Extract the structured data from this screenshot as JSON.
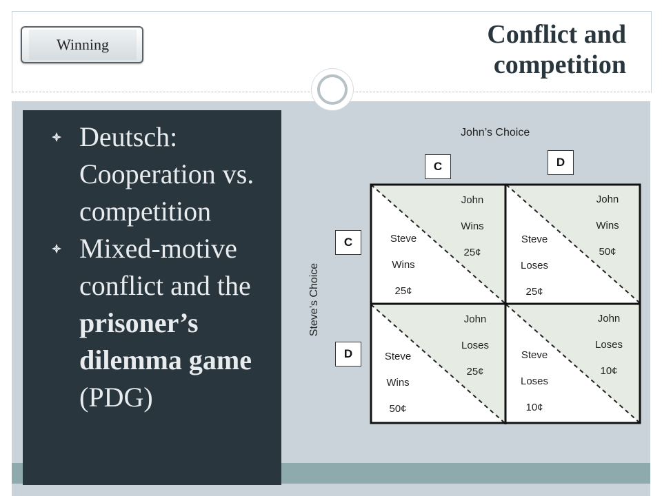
{
  "header": {
    "tag": "Winning",
    "title_line1": "Conflict and",
    "title_line2": "competition"
  },
  "bullets": [
    {
      "text": "Deutsch: Cooperation vs. competition"
    },
    {
      "text_plain": "Mixed-motive conflict and the ",
      "text_bold": "prisoner’s dilemma game",
      "text_tail": " (PDG)"
    }
  ],
  "matrix": {
    "johns_choice_label": "John’s Choice",
    "steves_choice_label": "Steve’s Choice",
    "col_choices": [
      "C",
      "D"
    ],
    "row_choices": [
      "C",
      "D"
    ],
    "cells": [
      {
        "steve": [
          "Steve",
          "Wins",
          "25¢"
        ],
        "john": [
          "John",
          "Wins",
          "25¢"
        ]
      },
      {
        "steve": [
          "Steve",
          "Loses",
          "25¢"
        ],
        "john": [
          "John",
          "Wins",
          "50¢"
        ]
      },
      {
        "steve": [
          "Steve",
          "Wins",
          "50¢"
        ],
        "john": [
          "John",
          "Loses",
          "25¢"
        ]
      },
      {
        "steve": [
          "Steve",
          "Loses",
          "10¢"
        ],
        "john": [
          "John",
          "Loses",
          "10¢"
        ]
      }
    ]
  },
  "colors": {
    "panel_dark": "#2a363d",
    "content_bg": "#c9d3d9",
    "band": "#8eaaad",
    "cell_fill": "#e6ece3"
  }
}
